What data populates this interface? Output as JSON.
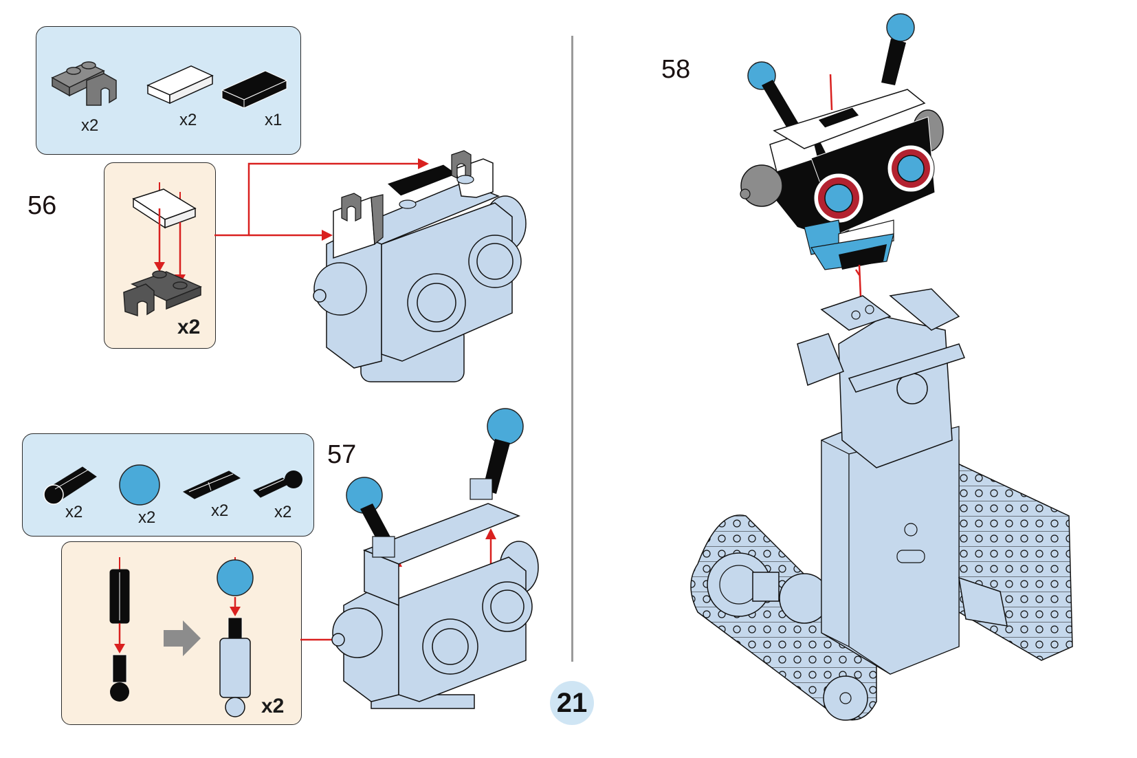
{
  "page": {
    "number": "21",
    "colors": {
      "parts_box_bg": "#d4e8f5",
      "sub_assembly_bg": "#fbefdf",
      "model_light_blue": "#c5d8ec",
      "accent_blue": "#4aaad9",
      "arrow_red": "#d9201f",
      "dark_gray_part": "#6f6f6f",
      "black_part": "#0c0c0c"
    }
  },
  "steps": [
    {
      "number": "56",
      "parts": [
        {
          "icon": "gray-plate-with-clip-icon",
          "qty": "x2"
        },
        {
          "icon": "white-tile-icon",
          "qty": "x2"
        },
        {
          "icon": "black-tile-icon",
          "qty": "x1"
        }
      ],
      "sub_assembly": {
        "multiplier": "x2"
      }
    },
    {
      "number": "57",
      "parts": [
        {
          "icon": "black-axle-connector-icon",
          "qty": "x2"
        },
        {
          "icon": "blue-round-tile-icon",
          "qty": "x2"
        },
        {
          "icon": "black-axle-pin-icon",
          "qty": "x2"
        },
        {
          "icon": "black-ball-pin-icon",
          "qty": "x2"
        }
      ],
      "sub_assembly": {
        "multiplier": "x2"
      }
    },
    {
      "number": "58"
    }
  ]
}
